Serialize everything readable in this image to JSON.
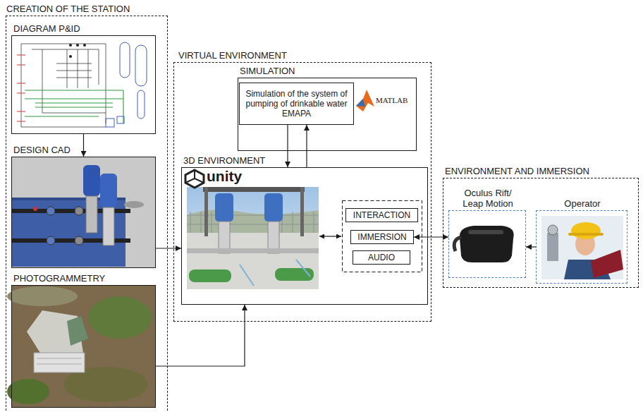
{
  "diagram": {
    "nodes": [
      {
        "text": [
          "CREATION OF THE STATION"
        ]
      },
      {
        "text": [
          "DIAGRAM P&ID"
        ],
        "in": 0
      },
      {
        "text": [
          "DESIGN CAD"
        ],
        "in": 0
      },
      {
        "text": [
          "PHOTOGRAMMETRY"
        ],
        "in": 0
      },
      {
        "text": [
          "VIRTUAL ENVIRONMENT"
        ]
      },
      {
        "text": [
          "SIMULATION"
        ],
        "in": 4
      },
      {
        "text": [
          "Simulation of the system of pumping of drinkable water EMAPA"
        ],
        "in": 5
      },
      {
        "text": [
          "3D ENVIRONMENT"
        ],
        "in": 4
      },
      {
        "text": [
          "INTERACTION"
        ],
        "in": 7
      },
      {
        "text": [
          "IMMERSION"
        ],
        "in": 7
      },
      {
        "text": [
          "AUDIO"
        ],
        "in": 7
      },
      {
        "text": [
          "ENVIRONMENT AND IMMERSION"
        ]
      },
      {
        "text": [
          "Oculus Rift/ Leap Motion"
        ],
        "in": 11
      },
      {
        "text": [
          "Operator"
        ],
        "in": 11
      }
    ],
    "edges": [
      {
        "from": 1,
        "to": 2,
        "arrow": "to"
      },
      {
        "from": 2,
        "to": 7,
        "arrow": "to"
      },
      {
        "from": 3,
        "to": 7,
        "arrow": "to"
      },
      {
        "from": 6,
        "to": 7,
        "arrow": "to"
      },
      {
        "from": 7,
        "to": 6,
        "arrow": "to"
      },
      {
        "from": 9,
        "to": 12,
        "arrow": "both"
      },
      {
        "from": 13,
        "to": 12,
        "arrow": "to"
      }
    ],
    "labels": [
      "MATLAB",
      "unity"
    ]
  }
}
